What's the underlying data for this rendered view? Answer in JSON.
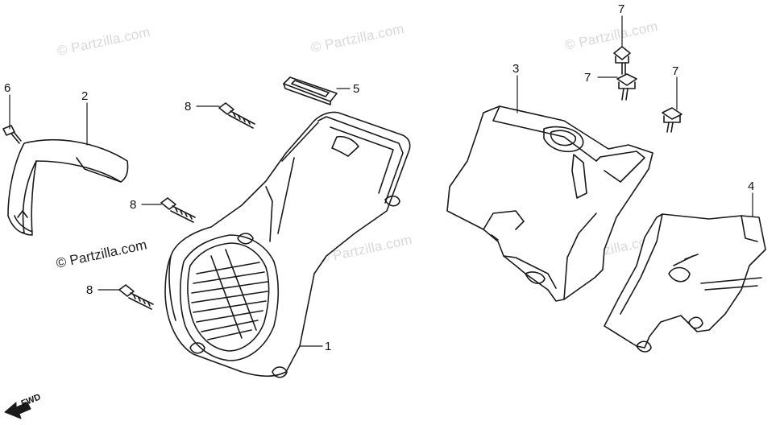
{
  "watermark_text": "© Partzilla.com",
  "credit_text": "© Partzilla.com",
  "direction_label": "FWD",
  "callouts": {
    "c1": "1",
    "c2": "2",
    "c3": "3",
    "c4": "4",
    "c5": "5",
    "c6": "6",
    "c7a": "7",
    "c7b": "7",
    "c7c": "7",
    "c8a": "8",
    "c8b": "8",
    "c8c": "8"
  },
  "colors": {
    "line": "#1a1a1a",
    "watermark": "#d9d9d9"
  }
}
